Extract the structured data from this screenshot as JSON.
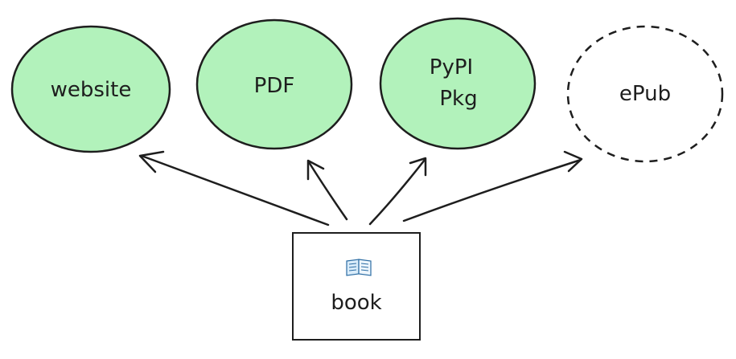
{
  "nodes": {
    "website": {
      "label": "website"
    },
    "pdf": {
      "label": "PDF"
    },
    "pypi": {
      "label_line1": "PyPI",
      "label_line2": "Pkg"
    },
    "epub": {
      "label": "ePub"
    }
  },
  "book": {
    "label": "book",
    "icon": "open-book-icon"
  },
  "colors": {
    "output_fill": "#b2f2bb",
    "stroke": "#1e1e1e",
    "background": "#ffffff"
  }
}
